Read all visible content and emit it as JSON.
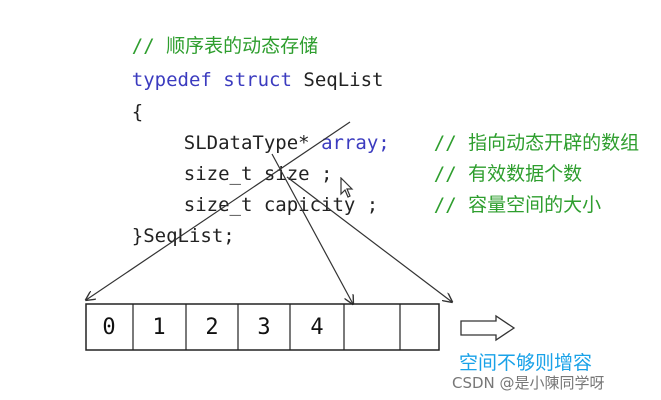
{
  "code": {
    "comment_title": "// 顺序表的动态存储",
    "kw_typedef": "typedef",
    "kw_struct": "struct",
    "struct_name": "SeqList",
    "open_brace": "{",
    "field_array": {
      "type": "SLDataType*",
      "name": "array;",
      "comment": "// 指向动态开辟的数组"
    },
    "field_size": {
      "type": "size_t",
      "name": "size ;",
      "comment": "// 有效数据个数"
    },
    "field_capicity": {
      "type": "size_t",
      "name": "capicity ;",
      "comment": "// 容量空间的大小"
    },
    "close": "}SeqList;"
  },
  "array_cells": [
    "0",
    "1",
    "2",
    "3",
    "4",
    "",
    ""
  ],
  "caption": "空间不够则增容",
  "watermark": "CSDN @是小陳同学呀",
  "colors": {
    "keyword": "#3b3bbf",
    "comment": "#2e9e2e",
    "caption": "#19a2e8",
    "line": "#333333"
  },
  "icons": {
    "arrow": "hollow-right-arrow-icon",
    "cursor": "mouse-pointer-icon"
  }
}
